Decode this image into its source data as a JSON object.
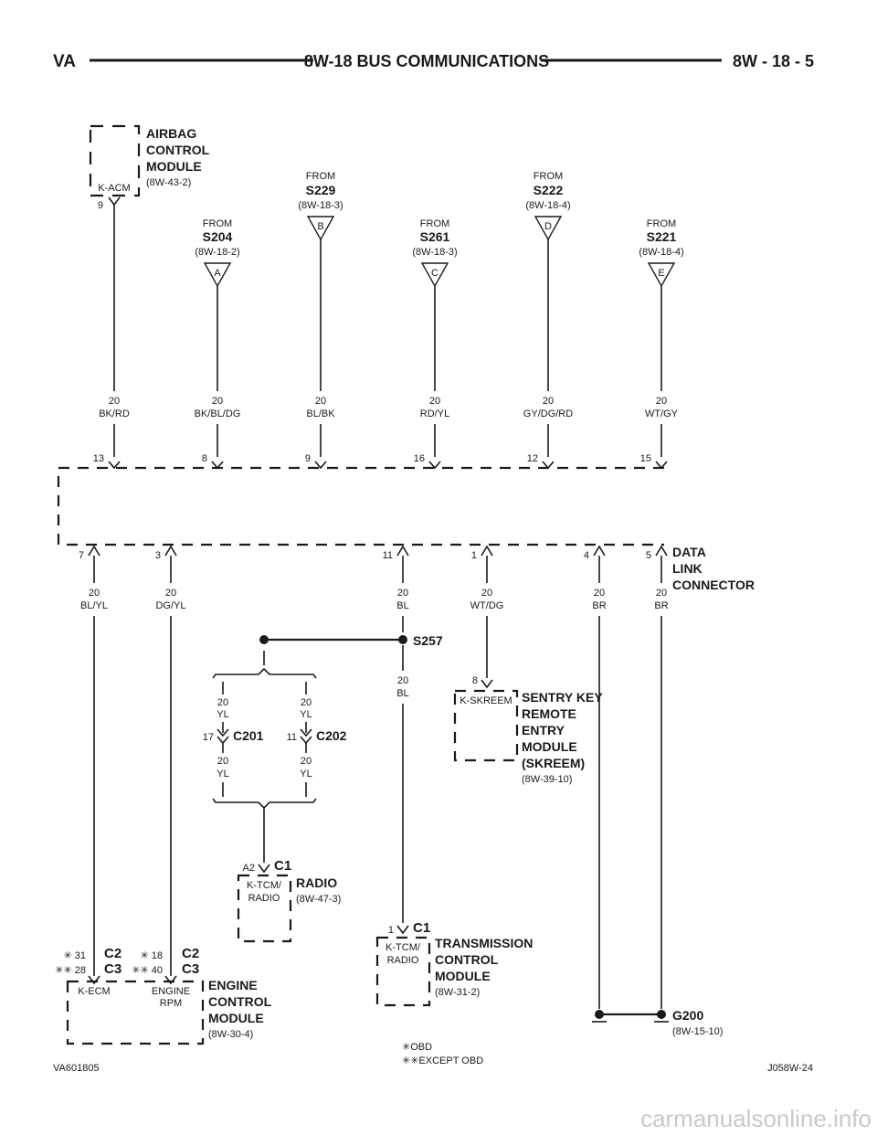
{
  "header": {
    "left": "VA",
    "title": "8W-18 BUS COMMUNICATIONS",
    "right": "8W - 18 - 5"
  },
  "footer": {
    "left": "VA601805",
    "right": "J058W-24",
    "legend_obd": "✳OBD",
    "legend_except": "✳✳EXCEPT OBD"
  },
  "watermark": "carmanualsonline.info",
  "acm": {
    "name": [
      "AIRBAG",
      "CONTROL",
      "MODULE"
    ],
    "ref": "(8W-43-2)",
    "code": "K-ACM",
    "pin": "9",
    "wire": [
      "20",
      "BK/RD"
    ],
    "dlc_pin": "13"
  },
  "sources": [
    {
      "from": "FROM",
      "splice": "S204",
      "ref": "(8W-18-2)",
      "letter": "A",
      "wire": [
        "20",
        "BK/BL/DG"
      ],
      "dlc_pin": "8"
    },
    {
      "from": "FROM",
      "splice": "S229",
      "ref": "(8W-18-3)",
      "letter": "B",
      "wire": [
        "20",
        "BL/BK"
      ],
      "dlc_pin": "9"
    },
    {
      "from": "FROM",
      "splice": "S261",
      "ref": "(8W-18-3)",
      "letter": "C",
      "wire": [
        "20",
        "RD/YL"
      ],
      "dlc_pin": "16"
    },
    {
      "from": "FROM",
      "splice": "S222",
      "ref": "(8W-18-4)",
      "letter": "D",
      "wire": [
        "20",
        "GY/DG/RD"
      ],
      "dlc_pin": "12"
    },
    {
      "from": "FROM",
      "splice": "S221",
      "ref": "(8W-18-4)",
      "letter": "E",
      "wire": [
        "20",
        "WT/GY"
      ],
      "dlc_pin": "15"
    }
  ],
  "dlc": {
    "name": [
      "DATA",
      "LINK",
      "CONNECTOR"
    ],
    "bottom_pins": [
      {
        "pin": "7",
        "wire": [
          "20",
          "BL/YL"
        ]
      },
      {
        "pin": "3",
        "wire": [
          "20",
          "DG/YL"
        ]
      },
      {
        "pin": "11",
        "wire": [
          "20",
          "BL"
        ]
      },
      {
        "pin": "1",
        "wire": [
          "20",
          "WT/DG"
        ]
      },
      {
        "pin": "4",
        "wire": [
          "20",
          "BR"
        ]
      },
      {
        "pin": "5",
        "wire": [
          "20",
          "BR"
        ]
      }
    ]
  },
  "s257": {
    "name": "S257",
    "wire": [
      "20",
      "BL"
    ]
  },
  "c201": {
    "name": "C201",
    "pin": "17",
    "wire_top": [
      "20",
      "YL"
    ],
    "wire_bottom": [
      "20",
      "YL"
    ]
  },
  "c202": {
    "name": "C202",
    "pin": "11",
    "wire_top": [
      "20",
      "YL"
    ],
    "wire_bottom": [
      "20",
      "YL"
    ]
  },
  "skreem": {
    "pin": "8",
    "code": "K-SKREEM",
    "name": [
      "SENTRY KEY",
      "REMOTE",
      "ENTRY",
      "MODULE",
      "(SKREEM)"
    ],
    "ref": "(8W-39-10)"
  },
  "radio": {
    "pin": "A2",
    "connector": "C1",
    "code": [
      "K-TCM/",
      "RADIO"
    ],
    "name": "RADIO",
    "ref": "(8W-47-3)"
  },
  "tcm": {
    "pin": "1",
    "connector": "C1",
    "code": [
      "K-TCM/",
      "RADIO"
    ],
    "name": [
      "TRANSMISSION",
      "CONTROL",
      "MODULE"
    ],
    "ref": "(8W-31-2)"
  },
  "ecm": {
    "pins_left": [
      "✳ 31",
      "✳✳ 28"
    ],
    "conn_left": [
      "C2",
      "C3"
    ],
    "pins_right": [
      "✳ 18",
      "✳✳ 40"
    ],
    "conn_right": [
      "C2",
      "C3"
    ],
    "code_left": "K-ECM",
    "code_right": [
      "ENGINE",
      "RPM"
    ],
    "name": [
      "ENGINE",
      "CONTROL",
      "MODULE"
    ],
    "ref": "(8W-30-4)"
  },
  "g200": {
    "name": "G200",
    "ref": "(8W-15-10)"
  }
}
